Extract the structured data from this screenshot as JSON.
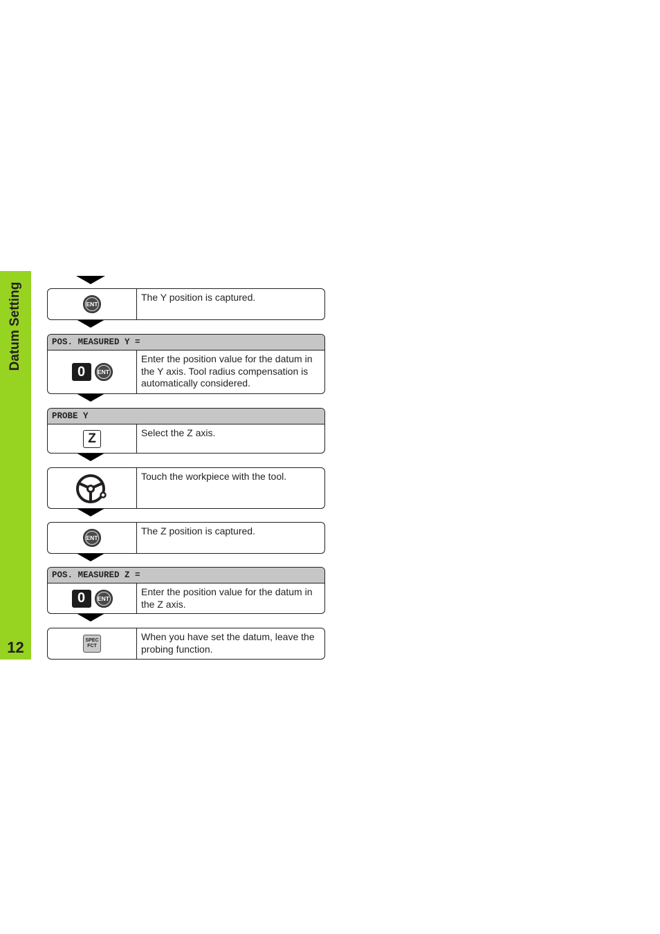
{
  "sidebar": {
    "title": "Datum Setting",
    "page_number": "12"
  },
  "steps": [
    {
      "keys": [
        "ENT"
      ],
      "text": "The Y position is captured."
    },
    {
      "display": "POS. MEASURED Y =",
      "keys": [
        "0",
        "ENT"
      ],
      "text": "Enter the position value for the datum in the Y axis. Tool radius compensation is automatically considered."
    },
    {
      "display": "PROBE Y",
      "keys": [
        "Z"
      ],
      "text": "Select the Z axis."
    },
    {
      "keys": [
        "handwheel"
      ],
      "text": "Touch the workpiece with the tool."
    },
    {
      "keys": [
        "ENT"
      ],
      "text": "The Z position is captured."
    },
    {
      "display": "POS. MEASURED Z =",
      "keys": [
        "0",
        "ENT"
      ],
      "text": "Enter the position value for the datum in the Z axis."
    },
    {
      "keys": [
        "SPEC",
        "FCT"
      ],
      "text": "When you have set the datum, leave the probing function."
    }
  ],
  "colors": {
    "sidebar": "#97d321",
    "display_bar": "#c6c6c6"
  }
}
